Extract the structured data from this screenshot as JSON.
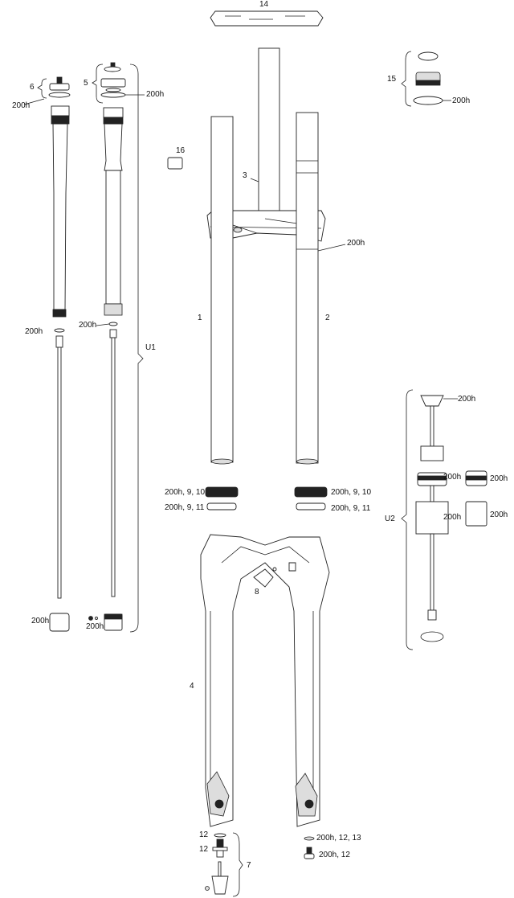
{
  "diagram": {
    "type": "exploded-parts-diagram",
    "labels": {
      "part_14": "14",
      "part_15": "15",
      "part_15_200h": "200h",
      "part_6": "6",
      "part_6_200h": "200h",
      "part_5": "5",
      "part_5_200h": "200h",
      "part_16": "16",
      "part_3": "3",
      "part_2_200h": "200h",
      "part_1": "1",
      "part_2": "2",
      "left_cart_200h": "200h",
      "right_cart_200h": "200h",
      "U1": "U1",
      "U2": "U2",
      "u2_top_200h": "200h",
      "u2_mid_200h_a": "200h",
      "u2_mid_200h_b": "200h",
      "u2_low_200h_a": "200h",
      "u2_low_200h_b": "200h",
      "seal_left_a": "200h, 9, 10",
      "seal_left_b": "200h, 9, 11",
      "seal_right_a": "200h, 9, 10",
      "seal_right_b": "200h, 9, 11",
      "part_8": "8",
      "bottom_left_200h": "200h",
      "bottom_right_200h": "200h",
      "part_4": "4",
      "part_12_a": "12",
      "part_12_b": "12",
      "part_7": "7",
      "washer_label": "200h, 12, 13",
      "bolt_label": "200h, 12"
    }
  }
}
